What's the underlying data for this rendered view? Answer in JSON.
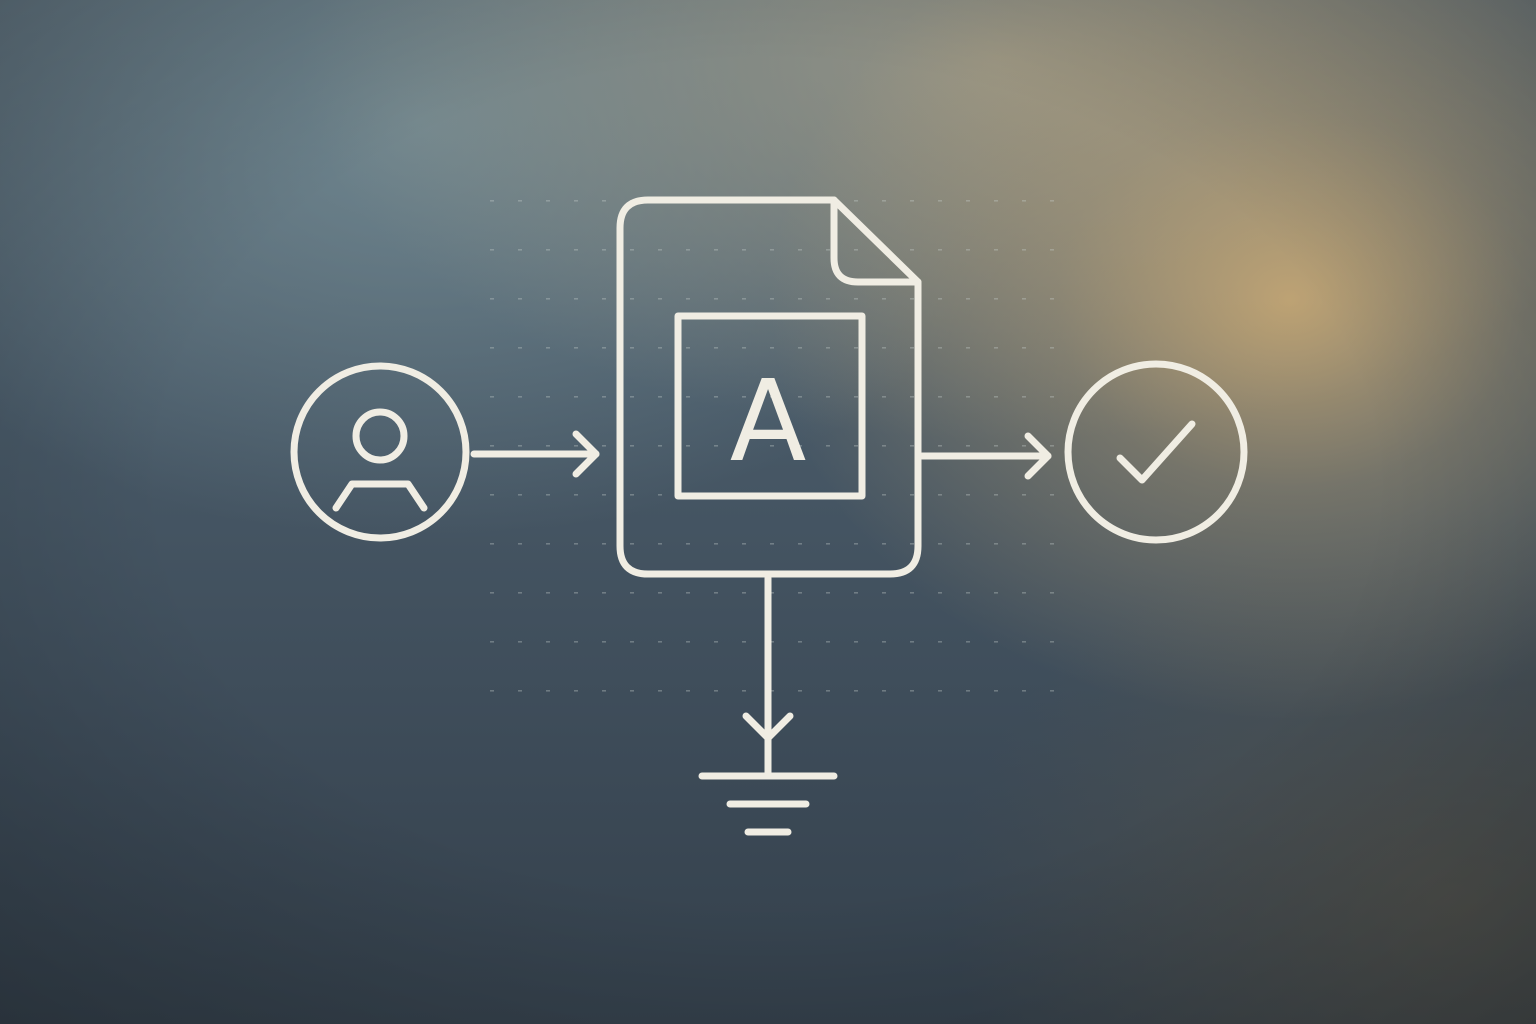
{
  "diagram": {
    "nodes": [
      {
        "id": "user",
        "icon": "user-icon",
        "shape": "circle"
      },
      {
        "id": "document",
        "icon": "document-icon",
        "label": "A"
      },
      {
        "id": "approved",
        "icon": "checkmark-icon",
        "shape": "circle"
      },
      {
        "id": "ground",
        "icon": "ground-icon"
      }
    ],
    "edges": [
      {
        "from": "user",
        "to": "document"
      },
      {
        "from": "document",
        "to": "approved"
      },
      {
        "from": "document",
        "to": "ground"
      }
    ]
  },
  "colors": {
    "stroke": "#f0ede3",
    "background_dark": "#3c4a57",
    "background_warm": "#ceac74"
  }
}
